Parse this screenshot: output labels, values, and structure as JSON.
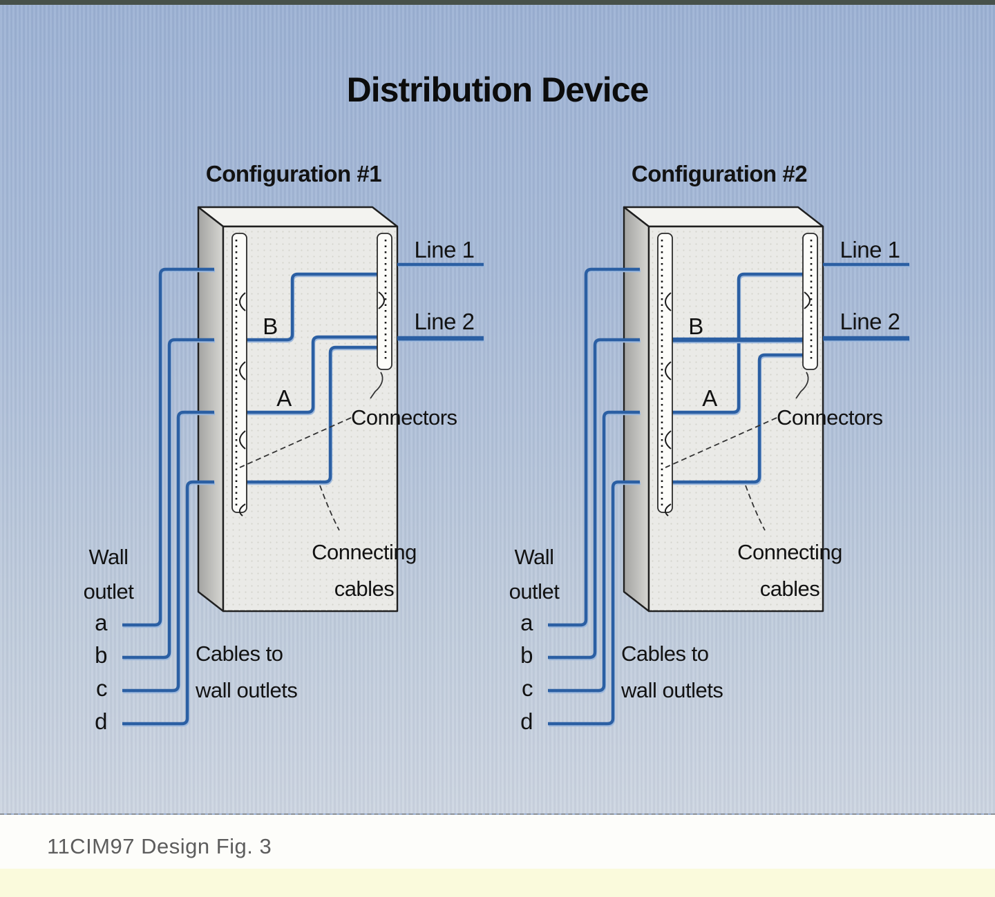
{
  "title": "Distribution Device",
  "caption": "11CIM97 Design Fig. 3",
  "colors": {
    "cable_blue": "#2b5fa3",
    "cable_highlight_blue": "#9db8dc",
    "background_blue_top": "#9cb2d4",
    "background_blue_bottom": "#ccd5e1",
    "box_front": "#eaeae7",
    "box_top": "#f3f3f0",
    "box_side": "#b2b2b0",
    "bottom_strip_yellow": "#fafadc",
    "top_bar": "#47514a",
    "caption_gray": "#5d5d5d"
  },
  "configurations": [
    {
      "heading": "Configuration #1",
      "line1": "Line 1",
      "line2": "Line 2",
      "label_b": "B",
      "label_a": "A",
      "connectors": "Connectors",
      "connecting_cables": [
        "Connecting",
        "cables"
      ],
      "wall_outlet": [
        "Wall",
        "outlet"
      ],
      "outlets": [
        "a",
        "b",
        "c",
        "d"
      ],
      "cables_to_wall_outlets": [
        "Cables to",
        "wall outlets"
      ],
      "connections": [
        {
          "cable": "B",
          "from": "wall outlet b",
          "to": "Line 1"
        },
        {
          "cable": "A",
          "from": "wall outlet c",
          "to": "Line 2"
        },
        {
          "cable": "lower connecting cable",
          "from": "wall outlet d",
          "to": "Line 2 connector"
        }
      ]
    },
    {
      "heading": "Configuration #2",
      "line1": "Line 1",
      "line2": "Line 2",
      "label_b": "B",
      "label_a": "A",
      "connectors": "Connectors",
      "connecting_cables": [
        "Connecting",
        "cables"
      ],
      "wall_outlet": [
        "Wall",
        "outlet"
      ],
      "outlets": [
        "a",
        "b",
        "c",
        "d"
      ],
      "cables_to_wall_outlets": [
        "Cables to",
        "wall outlets"
      ],
      "connections": [
        {
          "cable": "B",
          "from": "wall outlet b",
          "to": "Line 2"
        },
        {
          "cable": "A",
          "from": "wall outlet c",
          "to": "Line 1"
        },
        {
          "cable": "lower connecting cable",
          "from": "wall outlet d",
          "to": "Line 2 connector"
        }
      ]
    }
  ]
}
